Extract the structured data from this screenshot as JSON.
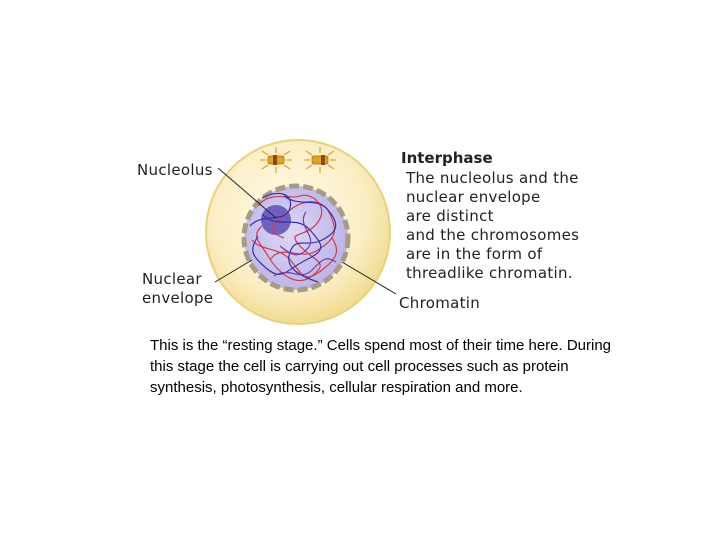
{
  "diagram": {
    "title": "Interphase",
    "description_lines": [
      "The nucleolus and the",
      "nuclear envelope",
      "are distinct",
      "and the chromosomes",
      "are in the form of",
      "threadlike chromatin."
    ],
    "labels": {
      "nucleolus": "Nucleolus",
      "nuclear_envelope_line1": "Nuclear",
      "nuclear_envelope_line2": "envelope",
      "chromatin": "Chromatin"
    },
    "colors": {
      "cytoplasm": "#fbeec4",
      "cell_edge": "#e8d27a",
      "nucleus": "#c9c4ee",
      "envelope": "#a89b86",
      "nucleolus": "#5a4fb8",
      "chromatin_red": "#d23b4d",
      "chromatin_blue": "#3a2fa8",
      "centriole": "#e5a11f"
    }
  },
  "caption": "This is the “resting stage.” Cells spend most of their time here. During this stage the cell is carrying out  cell processes such as protein synthesis, photosynthesis, cellular respiration and more."
}
